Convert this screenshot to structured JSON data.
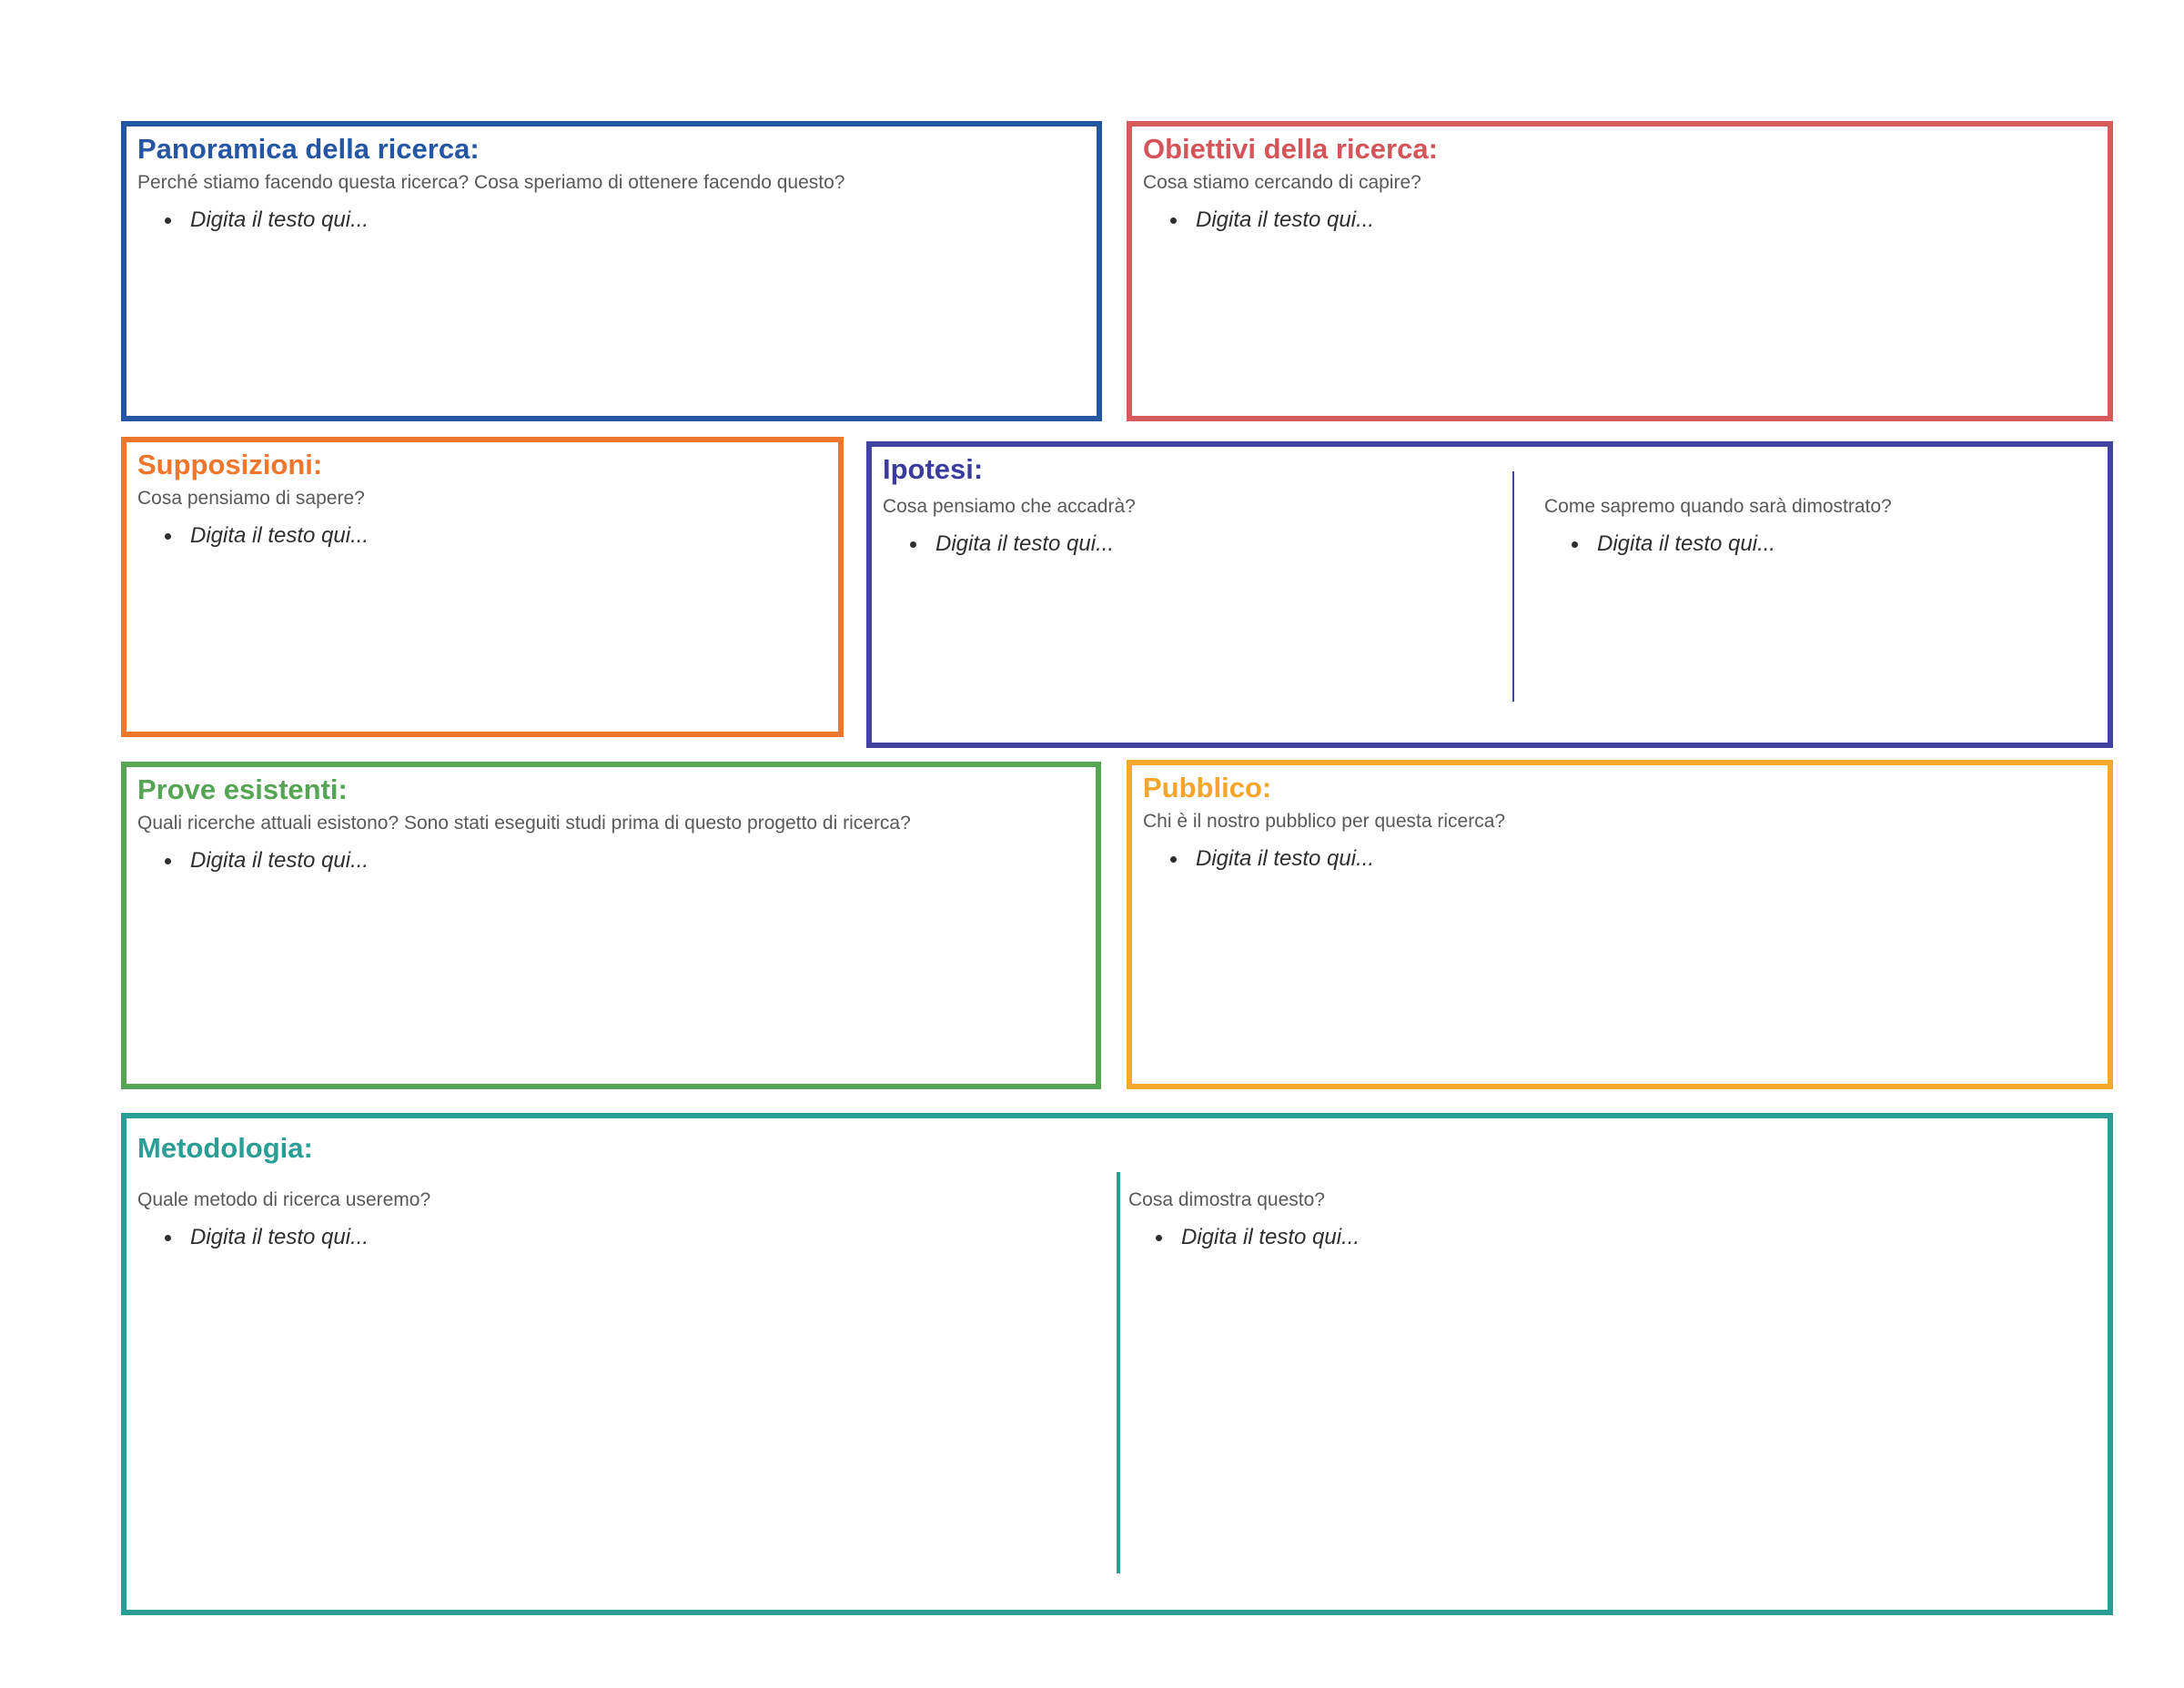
{
  "sections": {
    "overview": {
      "title": "Panoramica della ricerca:",
      "question": "Perché stiamo facendo questa ricerca? Cosa speriamo di ottenere facendo questo?",
      "placeholder": "Digita il testo qui..."
    },
    "goals": {
      "title": "Obiettivi della ricerca:",
      "question": "Cosa stiamo cercando di capire?",
      "placeholder": "Digita il testo qui..."
    },
    "assumptions": {
      "title": "Supposizioni:",
      "question": "Cosa pensiamo di sapere?",
      "placeholder": "Digita il testo qui..."
    },
    "hypothesis": {
      "title": "Ipotesi:",
      "question_left": "Cosa pensiamo che accadrà?",
      "placeholder_left": "Digita il testo qui...",
      "question_right": "Come sapremo quando sarà dimostrato?",
      "placeholder_right": "Digita il testo qui..."
    },
    "evidence": {
      "title": "Prove esistenti:",
      "question": "Quali ricerche attuali esistono? Sono stati eseguiti studi prima di questo progetto di ricerca?",
      "placeholder": "Digita il testo qui..."
    },
    "audience": {
      "title": "Pubblico:",
      "question": "Chi è il nostro pubblico per questa ricerca?",
      "placeholder": "Digita il testo qui..."
    },
    "methodology": {
      "title": "Metodologia:",
      "question_left": "Quale metodo di ricerca useremo?",
      "placeholder_left": "Digita il testo qui...",
      "question_right": "Cosa dimostra questo?",
      "placeholder_right": "Digita il testo qui..."
    }
  },
  "palette": {
    "overview_blue": "#2456A4",
    "goals_red": "#D85B5B",
    "assumptions_orange": "#F0762B",
    "hypothesis_indigo": "#4242A1",
    "evidence_green": "#55A555",
    "audience_amber": "#F5A72E",
    "methodology_teal": "#2A9D96",
    "question_gray": "#595959",
    "placeholder_dark": "#2E2E2E",
    "background": "#FFFFFF"
  }
}
